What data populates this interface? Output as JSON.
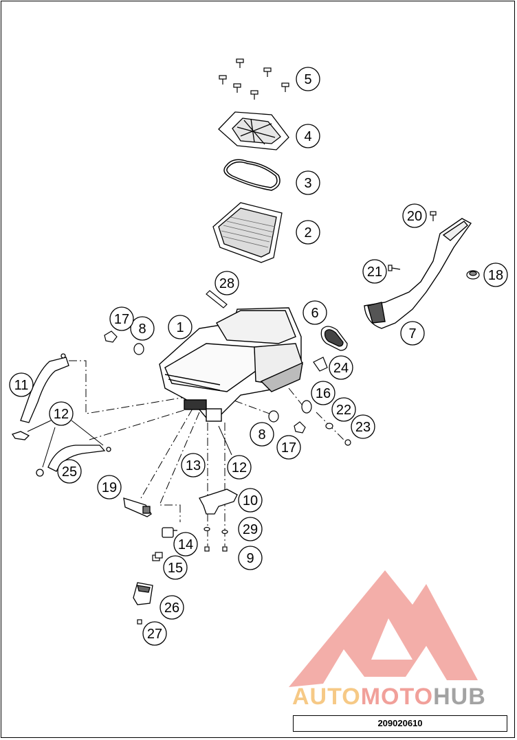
{
  "diagram": {
    "callouts": [
      "1",
      "2",
      "3",
      "4",
      "5",
      "6",
      "7",
      "8",
      "8",
      "9",
      "10",
      "11",
      "12",
      "12",
      "13",
      "14",
      "15",
      "16",
      "17",
      "17",
      "18",
      "19",
      "20",
      "21",
      "22",
      "23",
      "24",
      "25",
      "26",
      "27",
      "28",
      "29"
    ],
    "drawing_number": "209020610"
  },
  "watermark": {
    "brand_part1": "AUTO",
    "brand_part2": "MOTO",
    "brand_part3": "HUB",
    "colors": {
      "logo_red": "#f1a09a",
      "auto": "#f6c986",
      "hub": "#a3a3a3"
    }
  }
}
